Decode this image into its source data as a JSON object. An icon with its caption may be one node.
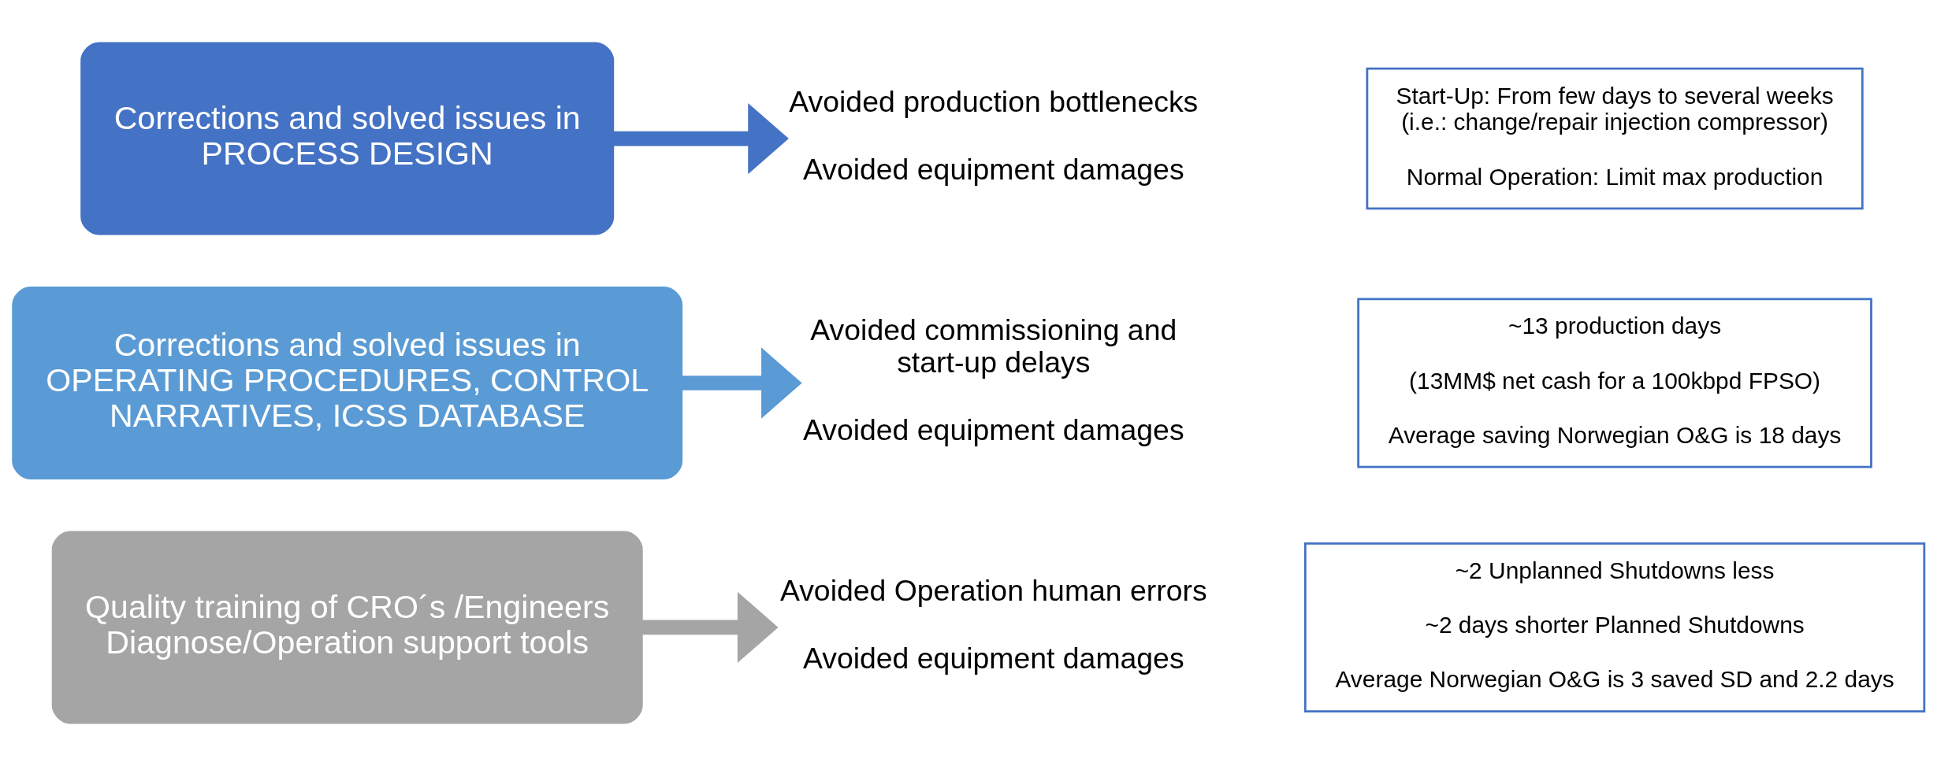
{
  "diagram": {
    "nodes": [
      {
        "text": [
          "Corrections and solved issues in PROCESS DESIGN"
        ]
      },
      {
        "text": [
          "Avoided production bottlenecks",
          "Avoided equipment damages"
        ]
      },
      {
        "text": [
          "Start-Up: From few days to several weeks (i.e.: change/repair injection compressor)",
          "Normal Operation: Limit max production"
        ]
      },
      {
        "text": [
          "Corrections and solved issues in OPERATING PROCEDURES, CONTROL NARRATIVES, ICSS DATABASE"
        ]
      },
      {
        "text": [
          "Avoided commissioning and start-up delays",
          "Avoided equipment damages"
        ]
      },
      {
        "text": [
          "~13 production days",
          "(13MM$ net cash for a 100kbpd FPSO)",
          "Average saving Norwegian O&G is 18 days"
        ]
      },
      {
        "text": [
          "Quality training of CRO´s /Engineers Diagnose/Operation support tools"
        ]
      },
      {
        "text": [
          "Avoided Operation human errors",
          "Avoided equipment damages"
        ]
      },
      {
        "text": [
          "~2 Unplanned Shutdowns less",
          "~2 days shorter Planned Shutdowns",
          "Average Norwegian O&G is 3 saved SD and 2.2 days"
        ]
      }
    ],
    "edges": [
      {
        "from": 0,
        "to": 1,
        "arrow": "to",
        "color": "#4472c4"
      },
      {
        "from": 3,
        "to": 4,
        "arrow": "to",
        "color": "#5b9bd5"
      },
      {
        "from": 6,
        "to": 7,
        "arrow": "to",
        "color": "#a5a5a5"
      }
    ]
  }
}
